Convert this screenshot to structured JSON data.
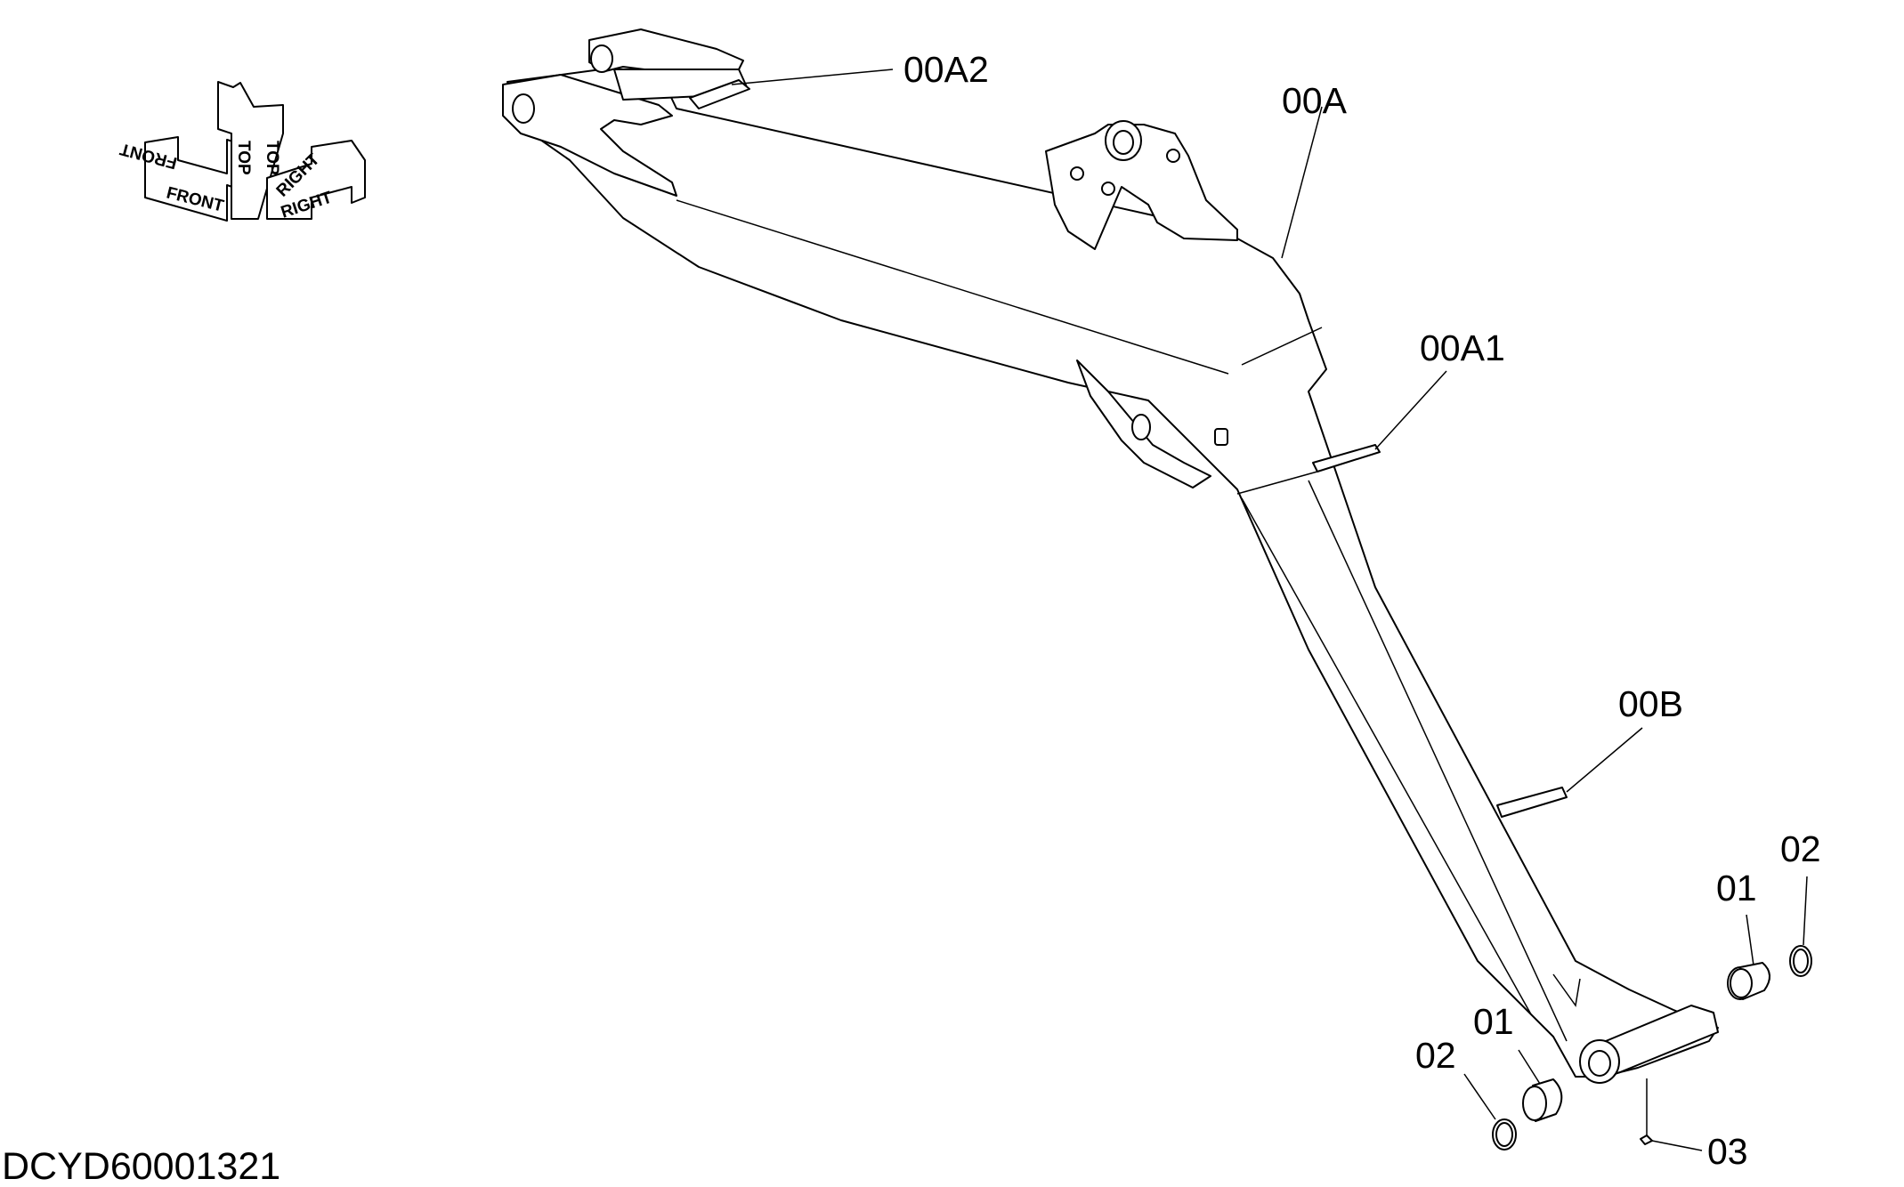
{
  "diagram": {
    "document_id": "DCYD60001321",
    "orientation_labels": {
      "front": "FRONT",
      "top": "TOP",
      "right": "RIGHT"
    },
    "callouts": [
      {
        "id": "00A2",
        "label": "00A2"
      },
      {
        "id": "00A",
        "label": "00A"
      },
      {
        "id": "00A1",
        "label": "00A1"
      },
      {
        "id": "00B",
        "label": "00B"
      },
      {
        "id": "01-right",
        "label": "01"
      },
      {
        "id": "02-right",
        "label": "02"
      },
      {
        "id": "01-left",
        "label": "01"
      },
      {
        "id": "02-left",
        "label": "02"
      },
      {
        "id": "03",
        "label": "03"
      }
    ]
  }
}
